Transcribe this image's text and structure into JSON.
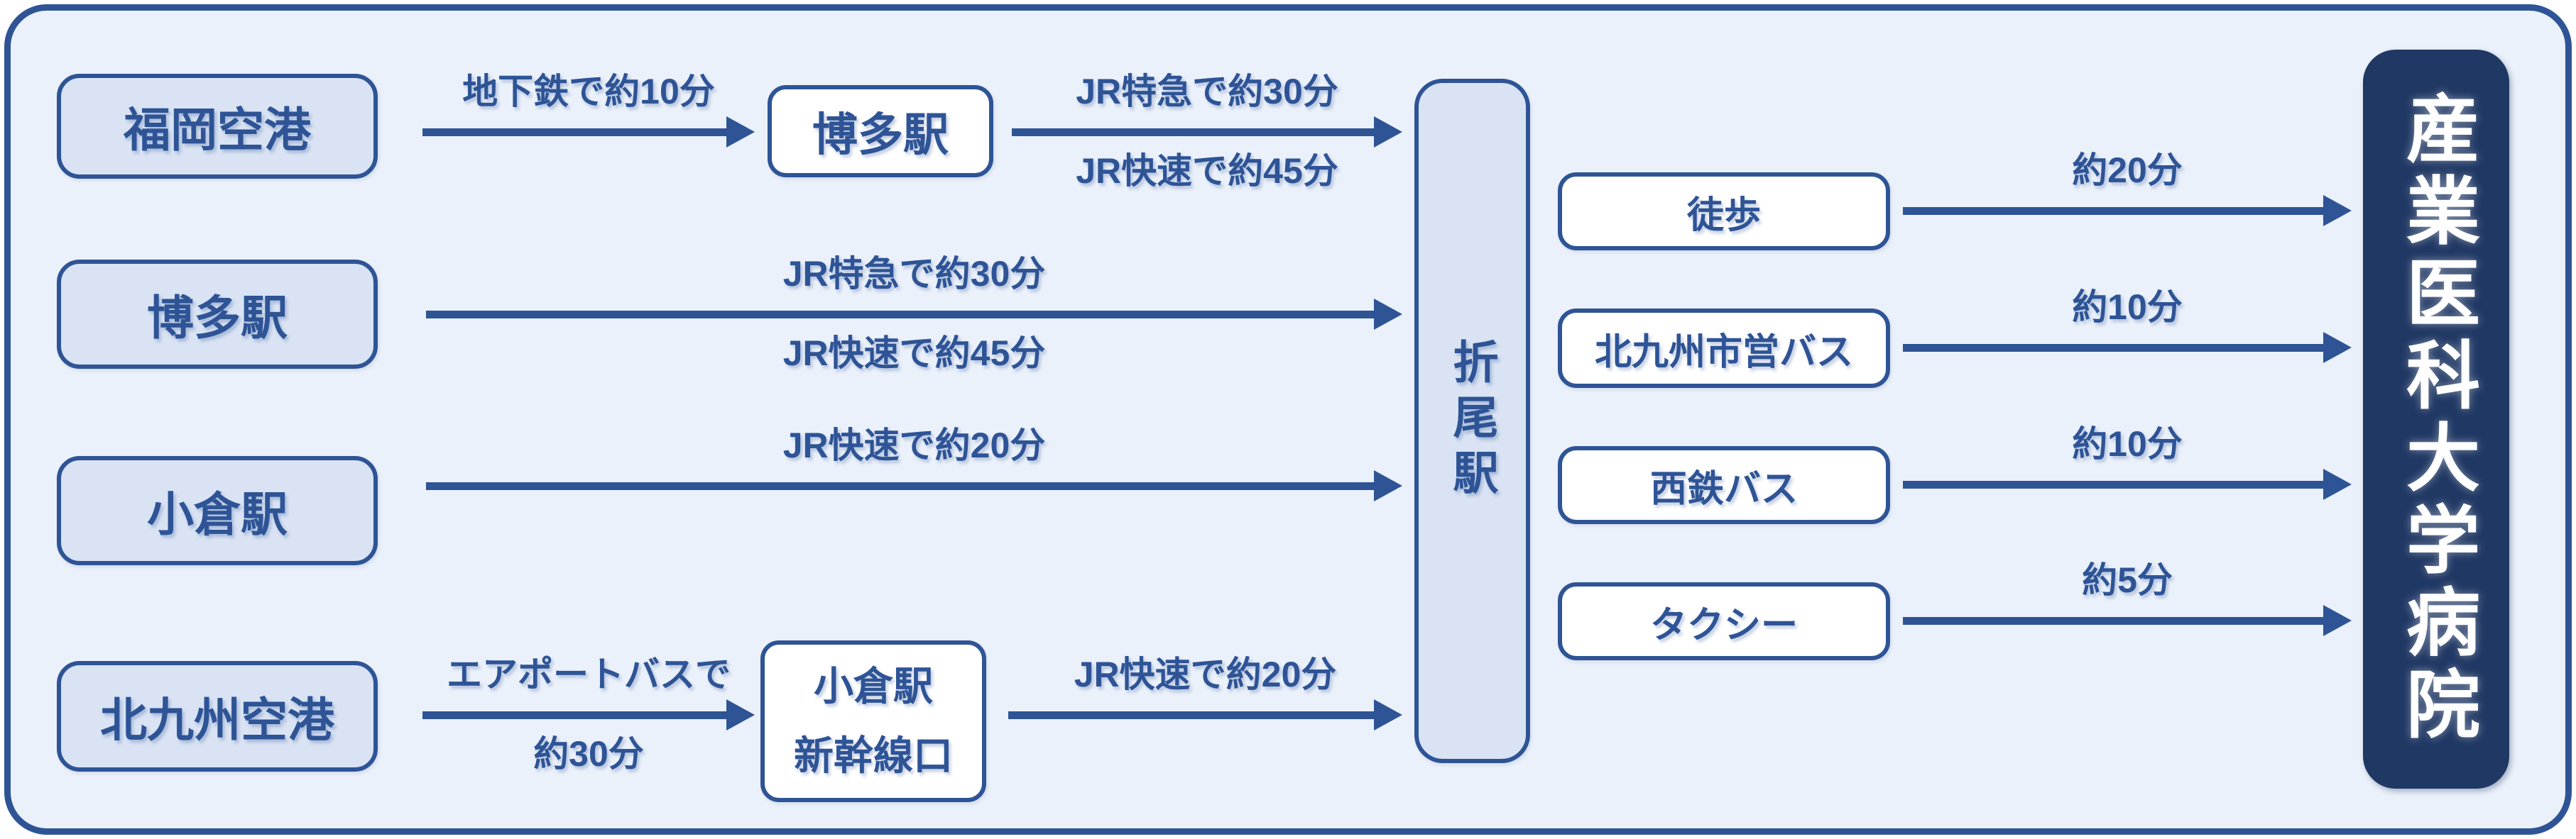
{
  "colors": {
    "accent": "#2e5496",
    "light_fill": "#d9e3f3",
    "white_fill": "#ffffff",
    "dark_fill": "#203864",
    "frame_background": "#ebf1fa"
  },
  "nodes": {
    "fukuoka_airport": "福岡空港",
    "hakata_station_top": "博多駅",
    "hakata_station": "博多駅",
    "kokura_station": "小倉駅",
    "kitakyushu_airport": "北九州空港",
    "kokura_shinkansen_line1": "小倉駅",
    "kokura_shinkansen_line2": "新幹線口",
    "orio_station": "折尾駅",
    "walk": "徒歩",
    "city_bus": "北九州市営バス",
    "nishitetsu_bus": "西鉄バス",
    "taxi": "タクシー",
    "hospital": "産業医科大学病院"
  },
  "edges": {
    "fukuoka_to_hakata": {
      "above": "地下鉄で約10分"
    },
    "hakata_top_to_orio": {
      "above": "JR特急で約30分",
      "below": "JR快速で約45分"
    },
    "hakata_to_orio": {
      "above": "JR特急で約30分",
      "below": "JR快速で約45分"
    },
    "kokura_to_orio": {
      "above": "JR快速で約20分"
    },
    "kitakyushu_to_kokura": {
      "above": "エアポートバスで",
      "below": "約30分"
    },
    "kokura_shinkansen_to_orio": {
      "above": "JR快速で約20分"
    },
    "walk_to_hospital": {
      "above": "約20分"
    },
    "city_bus_to_hospital": {
      "above": "約10分"
    },
    "nishitetsu_to_hospital": {
      "above": "約10分"
    },
    "taxi_to_hospital": {
      "above": "約5分"
    }
  }
}
